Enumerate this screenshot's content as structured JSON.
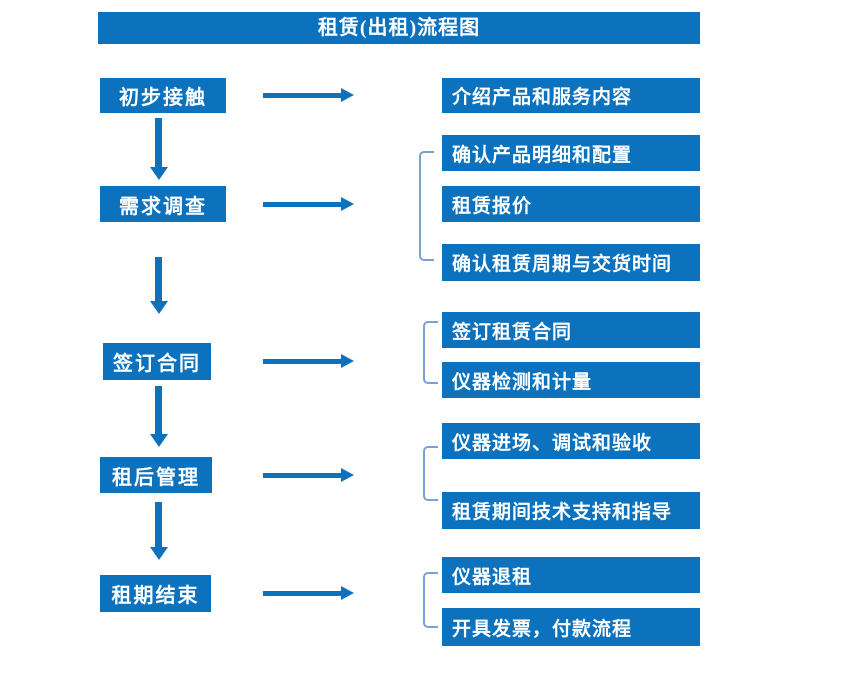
{
  "title": "租赁(出租)流程图",
  "colors": {
    "primary": "#0d72be",
    "bracket": "#7ba0d6",
    "boxtext": "#ffffff"
  },
  "steps": [
    {
      "label": "初步接触",
      "outputs": [
        "介绍产品和服务内容"
      ]
    },
    {
      "label": "需求调查",
      "outputs": [
        "确认产品明细和配置",
        "租赁报价",
        "确认租赁周期与交货时间"
      ]
    },
    {
      "label": "签订合同",
      "outputs": [
        "签订租赁合同",
        "仪器检测和计量"
      ]
    },
    {
      "label": "租后管理",
      "outputs": [
        "仪器进场、调试和验收",
        "租赁期间技术支持和指导"
      ]
    },
    {
      "label": "租期结束",
      "outputs": [
        "仪器退租",
        "开具发票，付款流程"
      ]
    }
  ]
}
